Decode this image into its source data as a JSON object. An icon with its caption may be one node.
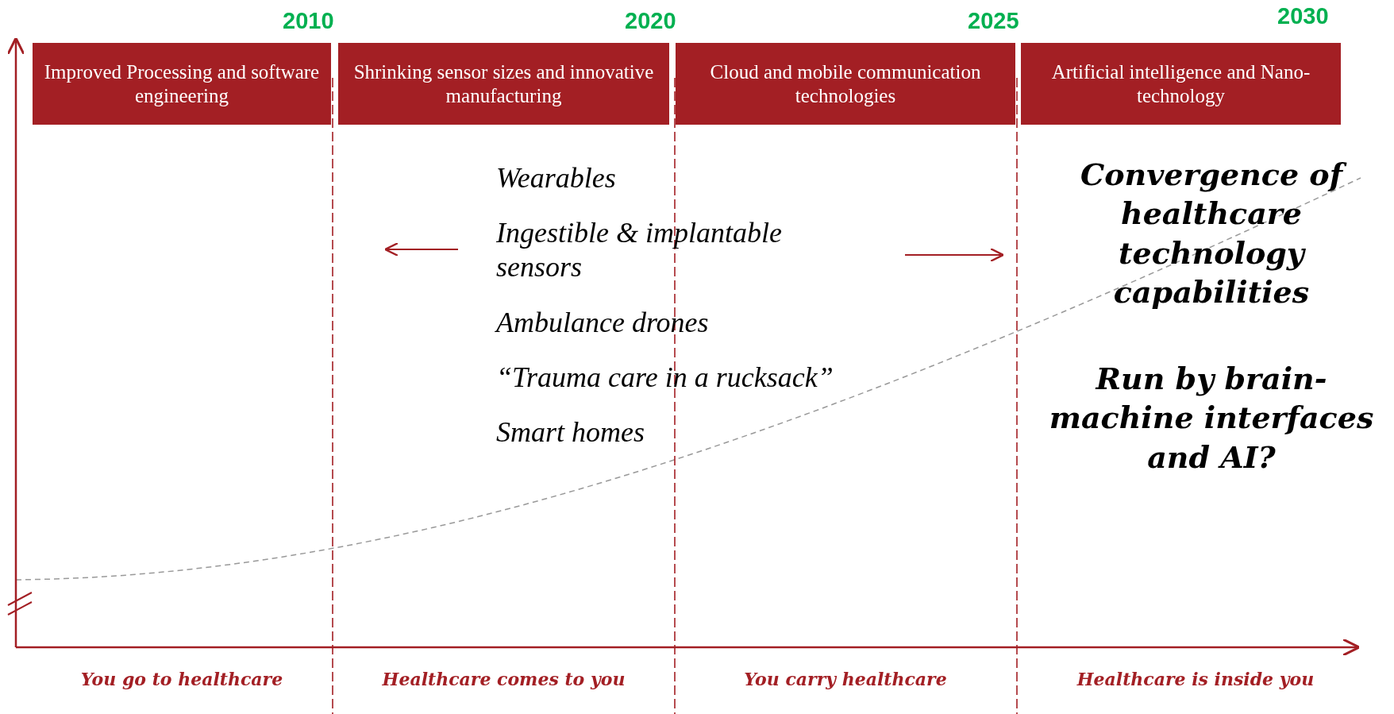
{
  "diagram": {
    "nodes": [
      {
        "text": [
          "Improved Processing and software engineering"
        ]
      },
      {
        "text": [
          "Shrinking sensor sizes and innovative manufacturing"
        ]
      },
      {
        "text": [
          "Cloud and mobile communication technologies"
        ]
      },
      {
        "text": [
          "Artificial intelligence and Nano-technology"
        ]
      }
    ],
    "labels": [
      "2010",
      "2020",
      "2025",
      "2030",
      "Wearables",
      "Ingestible & implantable sensors",
      "Ambulance drones",
      "“Trauma care in a rucksack”",
      "Smart homes",
      "Convergence of healthcare technology capabilities",
      "Run by brain-machine interfaces and AI?",
      "You go to healthcare",
      "Healthcare comes to you",
      "You carry healthcare",
      "Healthcare is inside you"
    ]
  }
}
